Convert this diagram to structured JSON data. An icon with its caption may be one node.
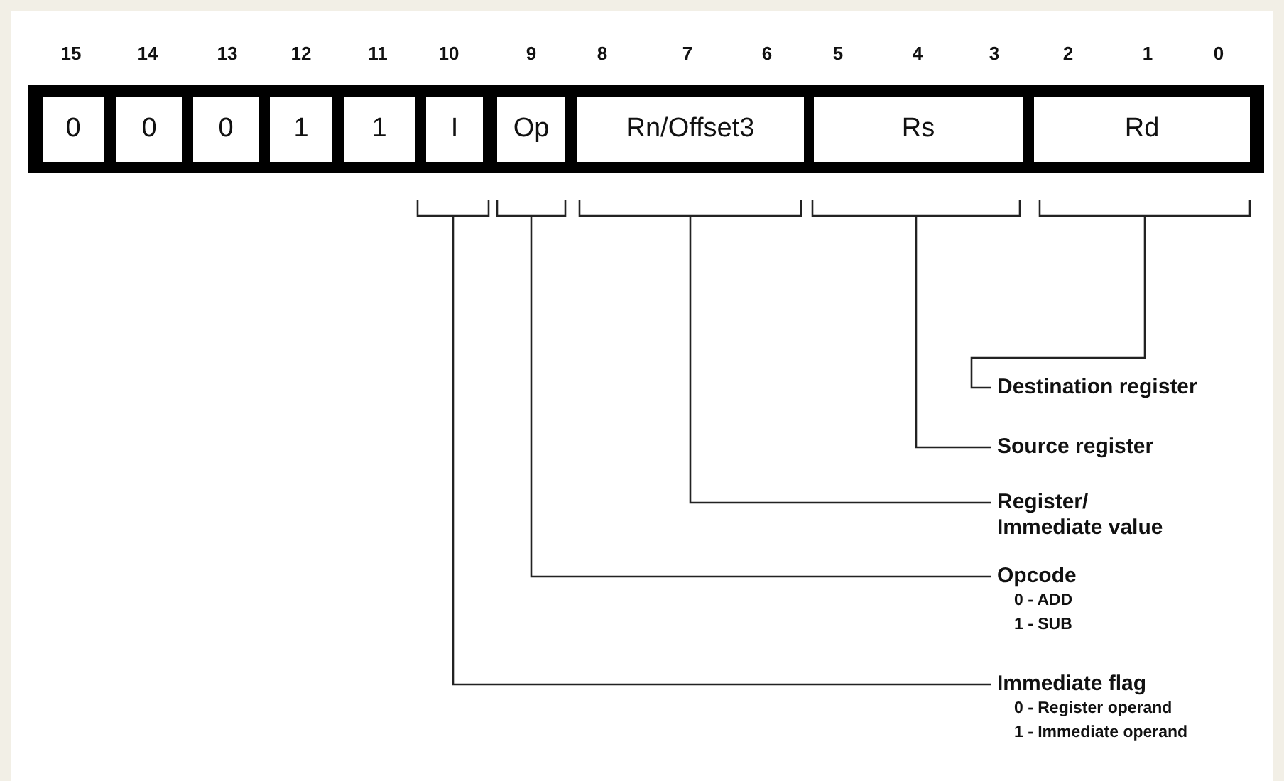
{
  "diagram": {
    "nodes": [
      {
        "text": [
          "0"
        ]
      },
      {
        "text": [
          "0"
        ]
      },
      {
        "text": [
          "0"
        ]
      },
      {
        "text": [
          "1"
        ]
      },
      {
        "text": [
          "1"
        ]
      },
      {
        "text": [
          "I"
        ]
      },
      {
        "text": [
          "Op"
        ]
      },
      {
        "text": [
          "Rn/Offset3"
        ]
      },
      {
        "text": [
          "Rs"
        ]
      },
      {
        "text": [
          "Rd"
        ]
      },
      {
        "text": [
          "Destination register"
        ]
      },
      {
        "text": [
          "Source register"
        ]
      },
      {
        "text": [
          "Register/ Immediate value"
        ]
      },
      {
        "text": [
          "Opcode",
          "0 - ADD",
          "1 - SUB"
        ]
      },
      {
        "text": [
          "Immediate flag",
          "0 - Register operand",
          "1 - Immediate operand"
        ]
      }
    ],
    "edges": [
      {
        "from": 10,
        "to": 9,
        "arrow": "none"
      },
      {
        "from": 11,
        "to": 8,
        "arrow": "none"
      },
      {
        "from": 12,
        "to": 7,
        "arrow": "none"
      },
      {
        "from": 13,
        "to": 6,
        "arrow": "none"
      },
      {
        "from": 14,
        "to": 5,
        "arrow": "none"
      }
    ],
    "labels": [
      "15",
      "14",
      "13",
      "12",
      "11",
      "10",
      "9",
      "8",
      "7",
      "6",
      "5",
      "4",
      "3",
      "2",
      "1",
      "0"
    ]
  }
}
